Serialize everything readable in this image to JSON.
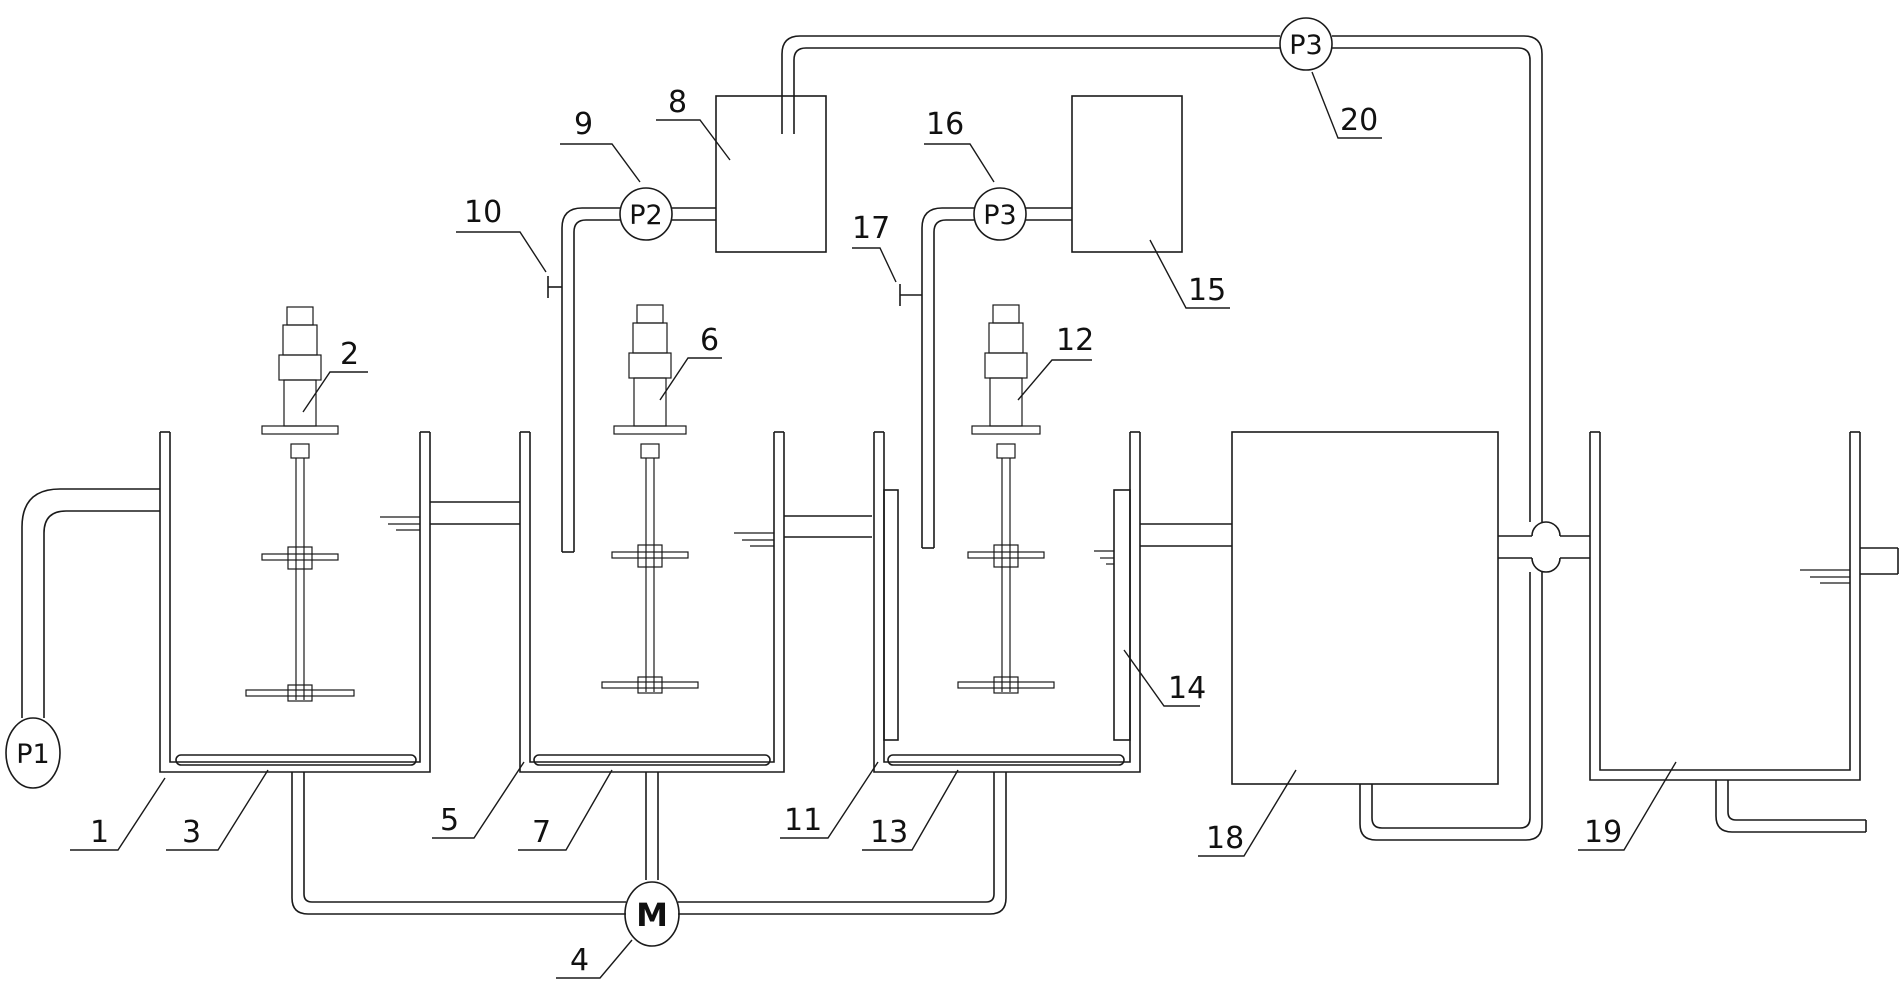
{
  "diagram": {
    "callouts": [
      "1",
      "2",
      "3",
      "4",
      "5",
      "6",
      "7",
      "8",
      "9",
      "10",
      "11",
      "12",
      "13",
      "14",
      "15",
      "16",
      "17",
      "18",
      "19",
      "20"
    ],
    "pumps": {
      "p1": "P1",
      "p2": "P2",
      "p3_left": "P3",
      "p3_top": "P3"
    },
    "motor": "M"
  }
}
